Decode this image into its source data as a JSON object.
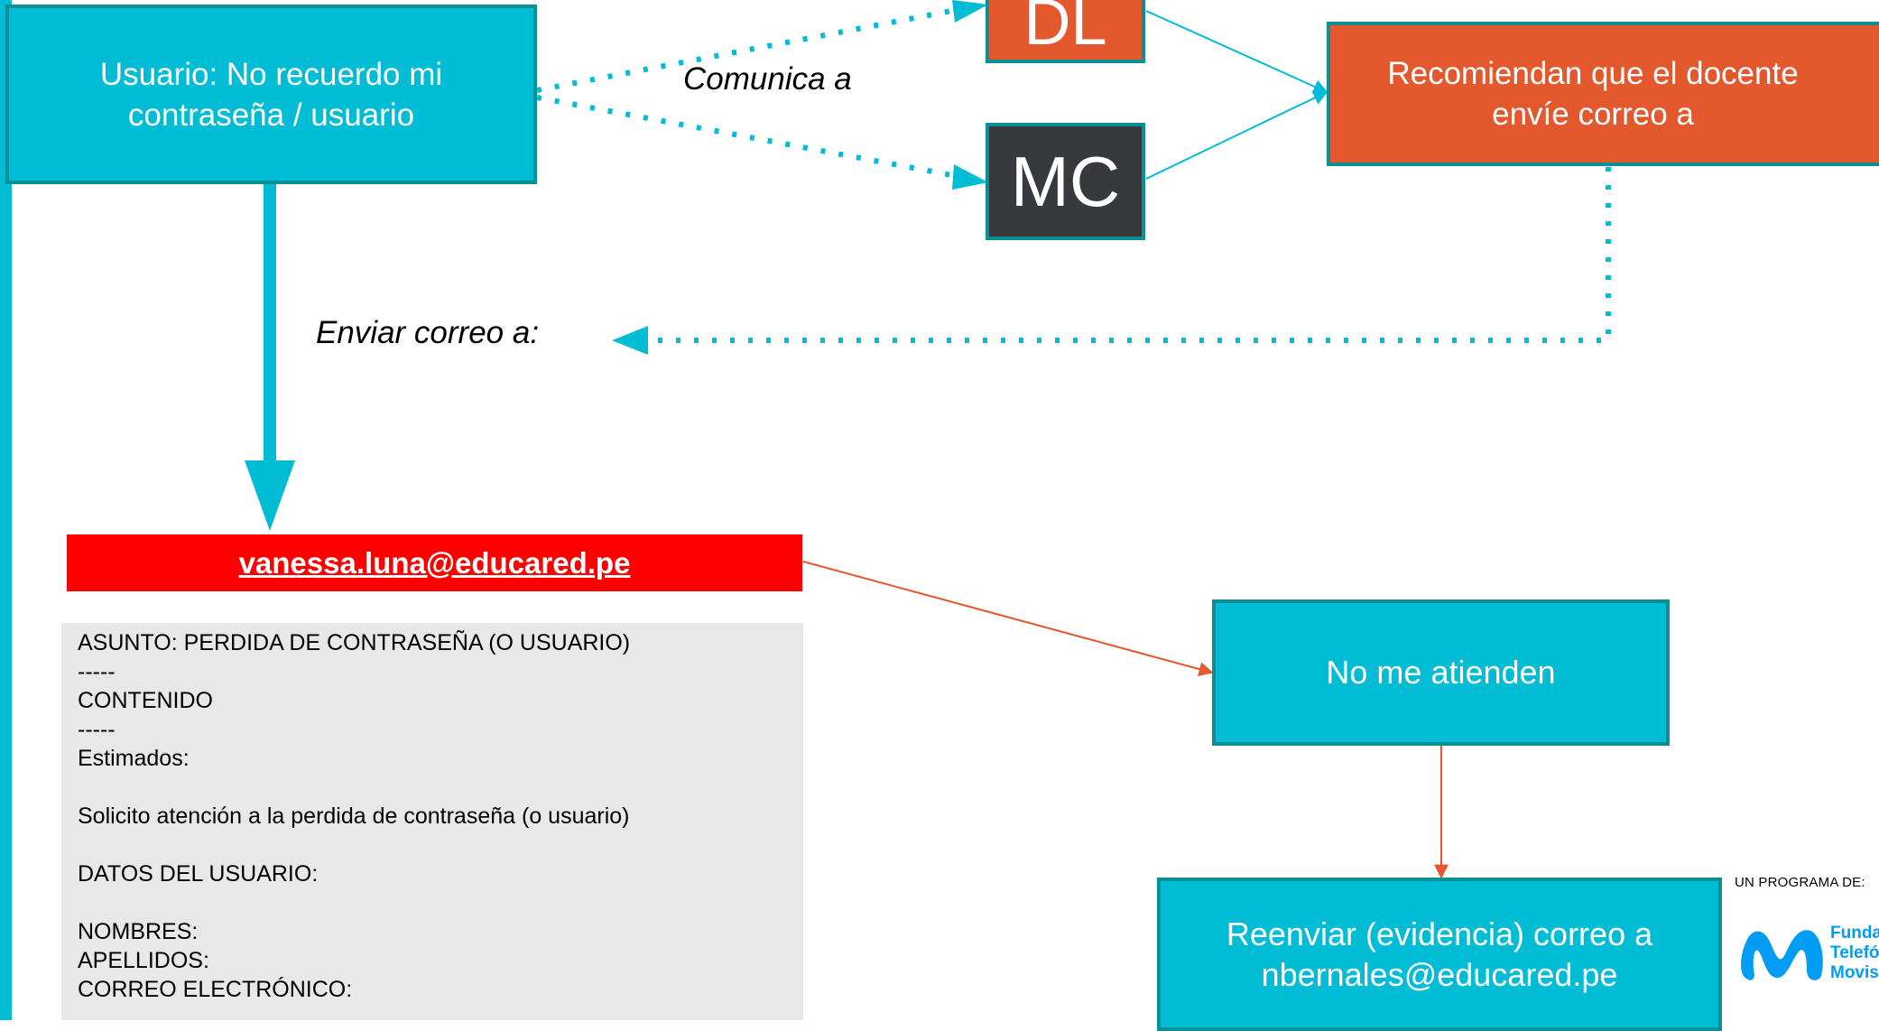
{
  "nodes": {
    "user": "Usuario: No recuerdo mi contraseña / usuario",
    "dl": "DL",
    "mc": "MC",
    "recommend": "Recomiendan que el docente envíe correo a",
    "email_address": "vanessa.luna@educared.pe",
    "no_attention": "No me atienden",
    "forward": "Reenviar  (evidencia) correo a nbernales@educared.pe"
  },
  "labels": {
    "communicates": "Comunica a",
    "send_mail": "Enviar correo a:"
  },
  "email_template": {
    "lines": [
      "ASUNTO: PERDIDA DE CONTRASEÑA (O USUARIO)",
      "-----",
      "CONTENIDO",
      "-----",
      "Estimados:",
      "",
      "Solicito atención a la perdida de contraseña (o usuario)",
      "",
      "DATOS DEL USUARIO:",
      "",
      "NOMBRES:",
      "APELLIDOS:",
      "CORREO ELECTRÓNICO:"
    ]
  },
  "sponsor": {
    "caption": "UN PROGRAMA DE:",
    "logo_text": [
      "Funda",
      "Telefó",
      "Movis"
    ]
  },
  "colors": {
    "cyan": "#00bcd4",
    "orange": "#e4582e",
    "dark": "#37393c",
    "red": "#ff0000",
    "border": "#0a8f95",
    "template_bg": "#e8e8e8"
  }
}
